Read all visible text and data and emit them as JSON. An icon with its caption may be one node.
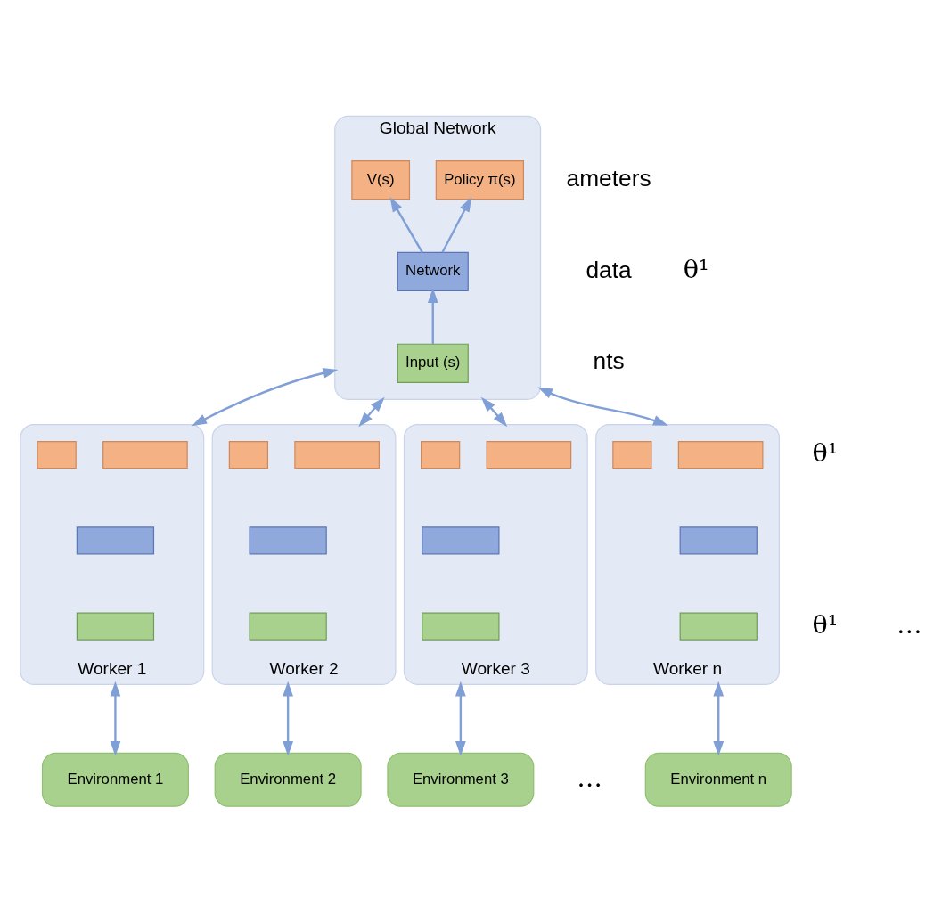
{
  "diagram": {
    "nodes": [
      {
        "text": [
          "Global Network"
        ]
      },
      {
        "text": [
          "Policy π(s)"
        ],
        "in": 0
      },
      {
        "text": [
          "V(s)"
        ],
        "in": 0
      },
      {
        "text": [
          "Network"
        ],
        "in": 0
      },
      {
        "text": [
          "Input (s)"
        ],
        "in": 0
      },
      {
        "text": [
          "Worker 1"
        ]
      },
      {
        "text": [],
        "shape": "box",
        "in": 5
      },
      {
        "text": [],
        "shape": "box",
        "in": 5
      },
      {
        "text": [],
        "shape": "box",
        "in": 5
      },
      {
        "text": [],
        "shape": "box",
        "in": 5
      },
      {
        "text": [
          "Worker 2"
        ]
      },
      {
        "text": [],
        "shape": "box",
        "in": 10
      },
      {
        "text": [],
        "shape": "box",
        "in": 10
      },
      {
        "text": [],
        "shape": "box",
        "in": 10
      },
      {
        "text": [],
        "shape": "box",
        "in": 10
      },
      {
        "text": [
          "Worker 3"
        ]
      },
      {
        "text": [],
        "shape": "box",
        "in": 15
      },
      {
        "text": [],
        "shape": "box",
        "in": 15
      },
      {
        "text": [],
        "shape": "box",
        "in": 15
      },
      {
        "text": [],
        "shape": "box",
        "in": 15
      },
      {
        "text": [
          "Worker n"
        ]
      },
      {
        "text": [],
        "shape": "box",
        "in": 20
      },
      {
        "text": [],
        "shape": "box",
        "in": 20
      },
      {
        "text": [],
        "shape": "box",
        "in": 20
      },
      {
        "text": [],
        "shape": "box",
        "in": 20
      },
      {
        "text": [
          "Environment 1"
        ]
      },
      {
        "text": [
          "Environment 2"
        ]
      },
      {
        "text": [
          "Environment 3"
        ]
      },
      {
        "text": [
          "Environment n"
        ]
      }
    ],
    "edges": [
      {
        "from": 3,
        "to": 1,
        "arrow": "to"
      },
      {
        "from": 3,
        "to": 2,
        "arrow": "to"
      },
      {
        "from": 4,
        "to": 3,
        "arrow": "to"
      },
      {
        "from": 0,
        "to": 5,
        "arrow": "both"
      },
      {
        "from": 0,
        "to": 10,
        "arrow": "both"
      },
      {
        "from": 0,
        "to": 15,
        "arrow": "both"
      },
      {
        "from": 0,
        "to": 20,
        "arrow": "both"
      },
      {
        "from": 5,
        "to": 25,
        "arrow": "both"
      },
      {
        "from": 10,
        "to": 26,
        "arrow": "both"
      },
      {
        "from": 15,
        "to": 27,
        "arrow": "both"
      },
      {
        "from": 20,
        "to": 28,
        "arrow": "both"
      }
    ],
    "labels": [
      "ameters",
      "data",
      "nts",
      "θ¹",
      "θ¹",
      "θ¹",
      "…",
      "…"
    ]
  }
}
